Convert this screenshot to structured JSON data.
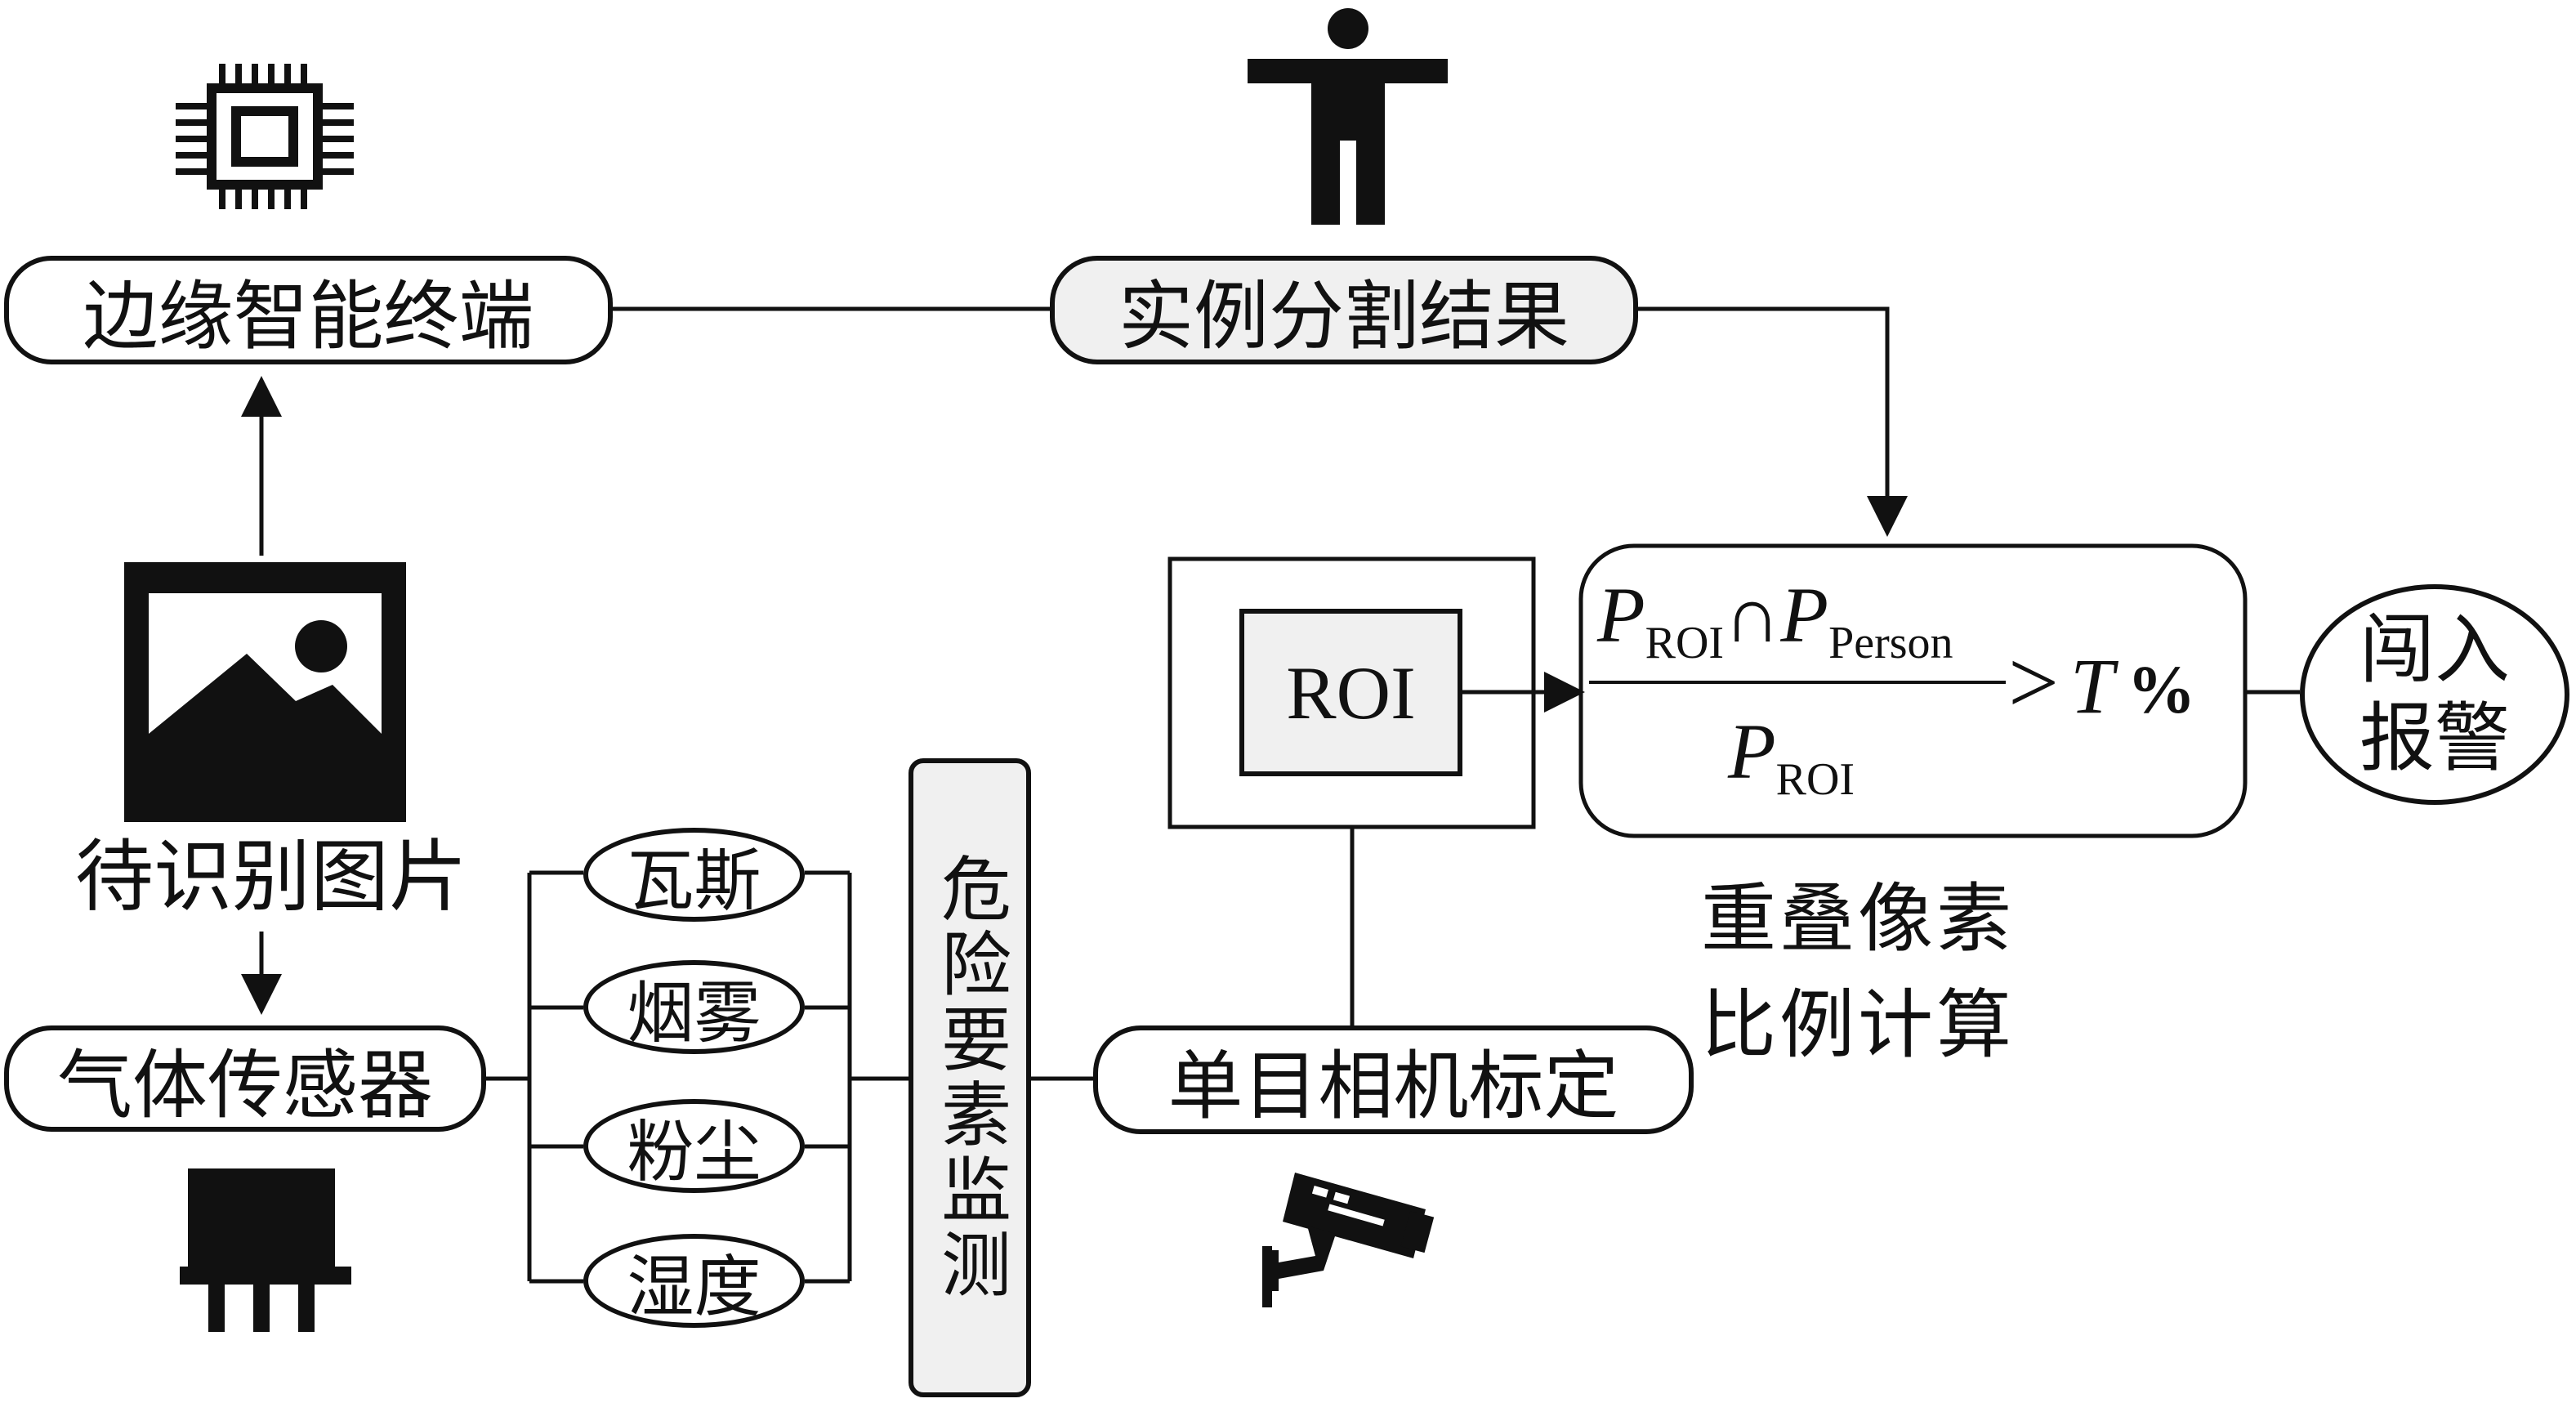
{
  "nodes": {
    "edge_terminal": "边缘智能终端",
    "instance_seg": "实例分割结果",
    "image_to_recognize": "待识别图片",
    "gas_sensor": "气体传感器",
    "gas": "瓦斯",
    "smoke": "烟雾",
    "dust": "粉尘",
    "humidity": "湿度",
    "hazard_monitor": "危险要素监测",
    "mono_calib": "单目相机标定",
    "roi": "ROI",
    "intrusion_alarm": "闯入报警",
    "overlap_calc": "重叠像素比例计算"
  },
  "formula": {
    "P": "P",
    "roi_sub": "ROI",
    "intersect": "∩",
    "person_sub": "Person",
    "gt": ">",
    "T": "T",
    "percent": "%"
  },
  "icons": [
    "chip-icon",
    "person-icon",
    "image-icon",
    "sensor-icon",
    "camera-icon"
  ]
}
